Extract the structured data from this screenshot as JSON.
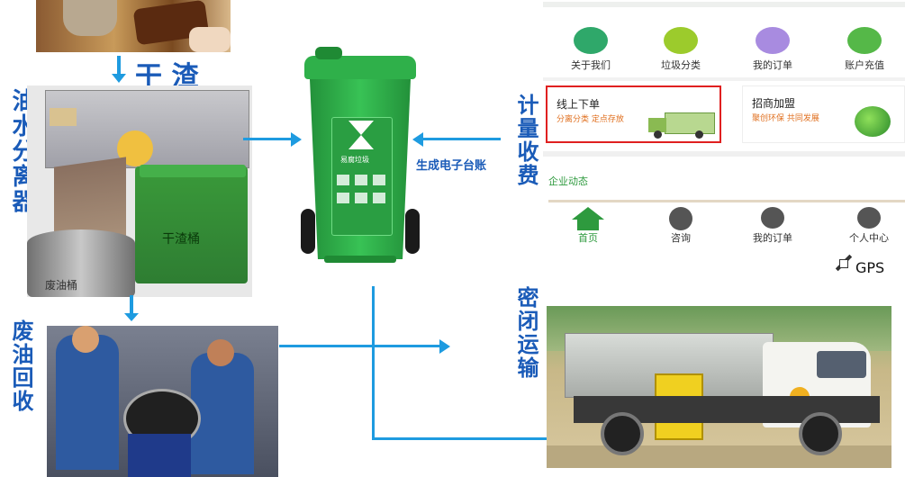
{
  "labels": {
    "dry_residue": "干 渣",
    "separator": "油水分离器",
    "oil_recovery": "废油回收",
    "metered_fee": "计量收费",
    "e_ledger": "生成电子台账",
    "sealed_transport": "密闭运输",
    "gps": "GPS",
    "residue_bin_text": "干渣桶",
    "oil_bucket_text": "废油桶",
    "bin_sign_title": "易腐垃圾"
  },
  "app": {
    "top_icons": [
      {
        "label": "关于我们",
        "icon": "book-icon",
        "color": "#2fa86a"
      },
      {
        "label": "垃圾分类",
        "icon": "bin-icon",
        "color": "#9ccb2c"
      },
      {
        "label": "我的订单",
        "icon": "clock-icon",
        "color": "#a88be0"
      },
      {
        "label": "账户充值",
        "icon": "wallet-icon",
        "color": "#55b848"
      }
    ],
    "card_order": {
      "title": "线上下单",
      "subtitle": "分离分类 定点存放"
    },
    "card_join": {
      "title": "招商加盟",
      "subtitle": "聚创环保 共同发展"
    },
    "news_header": "企业动态",
    "nav": [
      {
        "label": "首页",
        "icon": "home-icon"
      },
      {
        "label": "咨询",
        "icon": "face-icon"
      },
      {
        "label": "我的订单",
        "icon": "clock-icon"
      },
      {
        "label": "个人中心",
        "icon": "user-icon"
      }
    ]
  },
  "colors": {
    "label_blue": "#1a5bb8",
    "arrow_blue": "#1e9be0",
    "bin_green": "#2fb04a",
    "order_border": "#e02020",
    "nav_green": "#2e9a3e"
  }
}
